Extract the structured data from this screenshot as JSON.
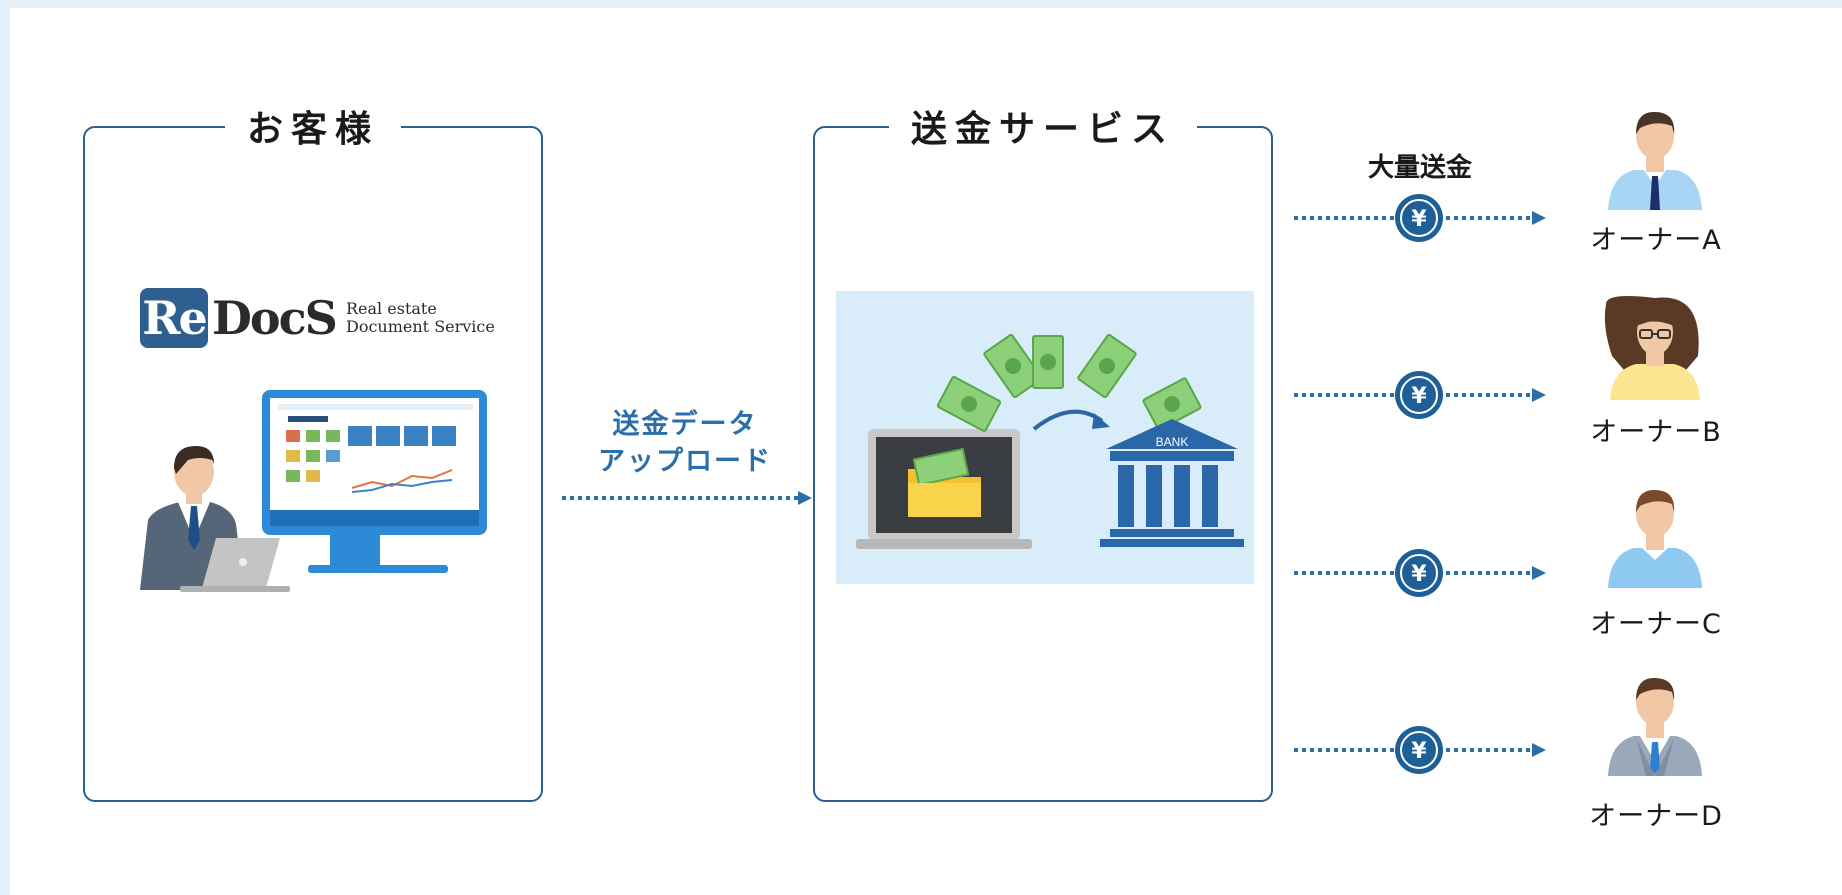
{
  "customer": {
    "title": "お客様",
    "logo": {
      "mark_text": "Re",
      "word_text": "DocS",
      "tagline_line1": "Real estate",
      "tagline_line2": "Document Service"
    }
  },
  "service": {
    "title": "送金サービス",
    "bank_sign": "BANK"
  },
  "flows": {
    "upload_line1": "送金データ",
    "upload_line2": "アップロード",
    "bulk_transfer": "大量送金",
    "currency_symbol": "¥"
  },
  "owners": [
    {
      "name": "オーナーA"
    },
    {
      "name": "オーナーB"
    },
    {
      "name": "オーナーC"
    },
    {
      "name": "オーナーD"
    }
  ],
  "colors": {
    "frame": "#2c5f91",
    "accent": "#2c6fa8",
    "money": "#8cd07a",
    "folder": "#f5c12e",
    "bank": "#2a67a8",
    "light_bg": "#d8ecfa"
  }
}
